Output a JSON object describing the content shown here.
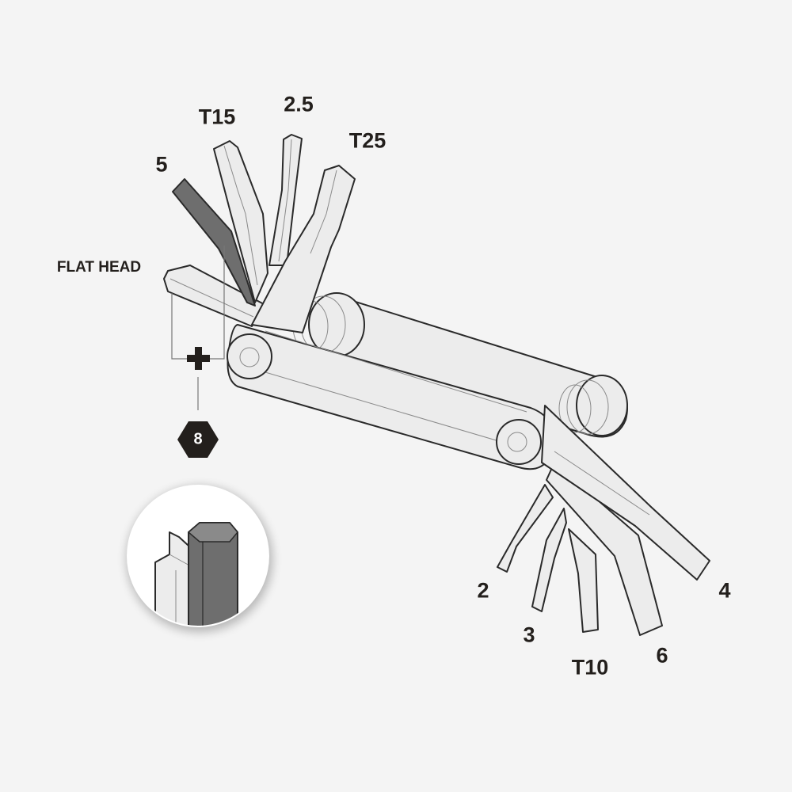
{
  "labels": {
    "t15": "T15",
    "hex_2_5": "2.5",
    "t25": "T25",
    "hex_5": "5",
    "flat_head": "FLAT HEAD",
    "hex_2": "2",
    "hex_3": "3",
    "t10": "T10",
    "hex_6": "6",
    "hex_4": "4"
  },
  "badge": {
    "value": "8",
    "symbol": "+"
  },
  "colors": {
    "background": "#f4f4f4",
    "text": "#231f1c",
    "highlight_tool": "#6e6e6e",
    "tool_fill": "#ececec"
  }
}
